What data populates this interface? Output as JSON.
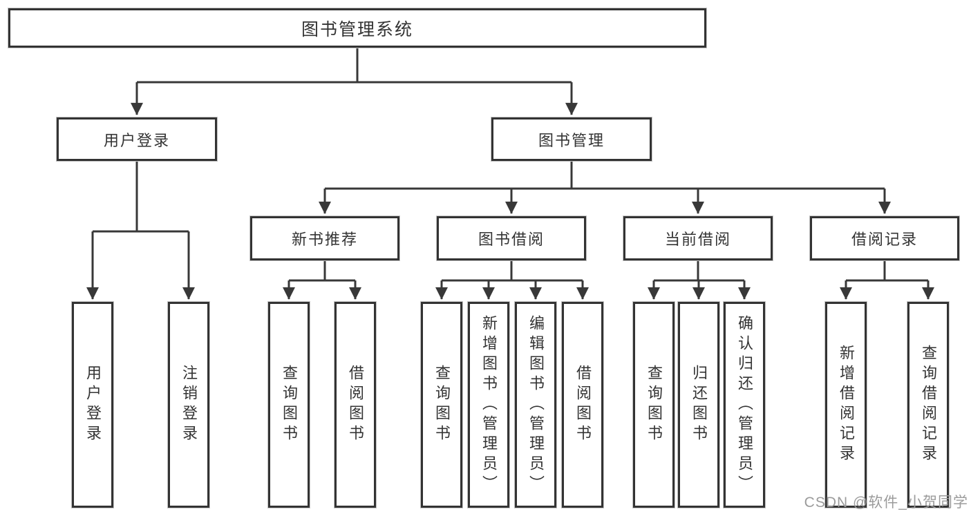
{
  "diagram": {
    "root": {
      "label": "图书管理系统"
    },
    "branches": [
      {
        "label": "用户登录"
      },
      {
        "label": "图书管理"
      }
    ],
    "modules": [
      {
        "label": "新书推荐",
        "parent": "图书管理"
      },
      {
        "label": "图书借阅",
        "parent": "图书管理"
      },
      {
        "label": "当前借阅",
        "parent": "图书管理"
      },
      {
        "label": "借阅记录",
        "parent": "图书管理"
      }
    ],
    "leaves": [
      {
        "label": "用户登录",
        "parent": "用户登录"
      },
      {
        "label": "注销登录",
        "parent": "用户登录"
      },
      {
        "label": "查询图书",
        "parent": "新书推荐"
      },
      {
        "label": "借阅图书",
        "parent": "新书推荐"
      },
      {
        "label": "查询图书",
        "parent": "图书借阅"
      },
      {
        "label": "新增图书（管理员）",
        "parent": "图书借阅"
      },
      {
        "label": "编辑图书（管理员）",
        "parent": "图书借阅"
      },
      {
        "label": "借阅图书",
        "parent": "图书借阅"
      },
      {
        "label": "查询图书",
        "parent": "当前借阅"
      },
      {
        "label": "归还图书",
        "parent": "当前借阅"
      },
      {
        "label": "确认归还（管理员）",
        "parent": "当前借阅"
      },
      {
        "label": "新增借阅记录",
        "parent": "借阅记录"
      },
      {
        "label": "查询借阅记录",
        "parent": "借阅记录"
      }
    ]
  },
  "watermark": "CSDN @软件_小贺同学",
  "colors": {
    "line": "#383838",
    "box_border": "#333333",
    "text": "#333333",
    "watermark": "#9b9b9b",
    "background": "#ffffff"
  }
}
